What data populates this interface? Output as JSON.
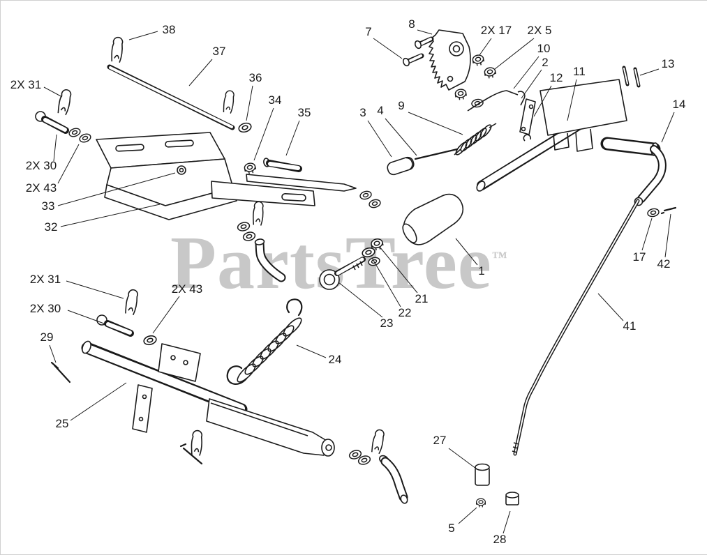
{
  "colors": {
    "background": "#ffffff",
    "line": "#1a1a1a",
    "watermark": "#c8c8c8"
  },
  "watermark": {
    "text": "PartsTree",
    "trademark": "™"
  },
  "diagram": {
    "description_type": "exploded-parts-diagram",
    "callouts": [
      {
        "label": "38"
      },
      {
        "label": "37"
      },
      {
        "label": "36"
      },
      {
        "label": "34"
      },
      {
        "label": "35"
      },
      {
        "label": "2X 31"
      },
      {
        "label": "2X 30"
      },
      {
        "label": "2X 43"
      },
      {
        "label": "33"
      },
      {
        "label": "32"
      },
      {
        "label": "2X 31"
      },
      {
        "label": "2X 43"
      },
      {
        "label": "2X 30"
      },
      {
        "label": "29"
      },
      {
        "label": "25"
      },
      {
        "label": "7"
      },
      {
        "label": "8"
      },
      {
        "label": "2X 17"
      },
      {
        "label": "2X 5"
      },
      {
        "label": "10"
      },
      {
        "label": "2"
      },
      {
        "label": "12"
      },
      {
        "label": "11"
      },
      {
        "label": "13"
      },
      {
        "label": "14"
      },
      {
        "label": "3"
      },
      {
        "label": "4"
      },
      {
        "label": "9"
      },
      {
        "label": "1"
      },
      {
        "label": "21"
      },
      {
        "label": "22"
      },
      {
        "label": "23"
      },
      {
        "label": "24"
      },
      {
        "label": "17"
      },
      {
        "label": "42"
      },
      {
        "label": "41"
      },
      {
        "label": "27"
      },
      {
        "label": "5"
      },
      {
        "label": "28"
      }
    ]
  }
}
